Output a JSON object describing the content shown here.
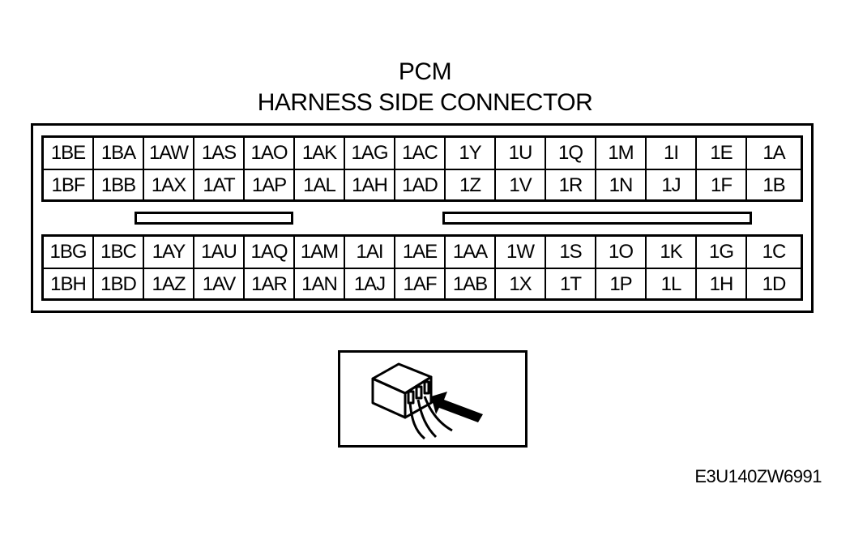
{
  "title_line1": "PCM",
  "title_line2": "HARNESS SIDE CONNECTOR",
  "top_block": {
    "row1": [
      "1BE",
      "1BA",
      "1AW",
      "1AS",
      "1AO",
      "1AK",
      "1AG",
      "1AC",
      "1Y",
      "1U",
      "1Q",
      "1M",
      "1I",
      "1E",
      "1A"
    ],
    "row2": [
      "1BF",
      "1BB",
      "1AX",
      "1AT",
      "1AP",
      "1AL",
      "1AH",
      "1AD",
      "1Z",
      "1V",
      "1R",
      "1N",
      "1J",
      "1F",
      "1B"
    ]
  },
  "bottom_block": {
    "row1": [
      "1BG",
      "1BC",
      "1AY",
      "1AU",
      "1AQ",
      "1AM",
      "1AI",
      "1AE",
      "1AA",
      "1W",
      "1S",
      "1O",
      "1K",
      "1G",
      "1C"
    ],
    "row2": [
      "1BH",
      "1BD",
      "1AZ",
      "1AV",
      "1AR",
      "1AN",
      "1AJ",
      "1AF",
      "1AB",
      "1X",
      "1T",
      "1P",
      "1L",
      "1H",
      "1D"
    ]
  },
  "figure_id": "E3U140ZW6991",
  "inset_icon": "probe-into-connector-icon"
}
